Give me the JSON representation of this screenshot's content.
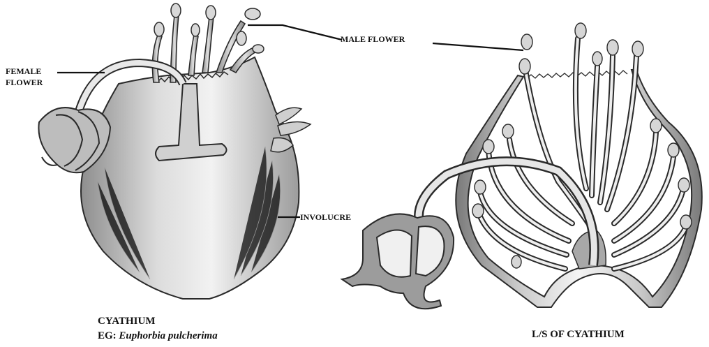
{
  "labels": {
    "female_flower_line1": "FEMALE",
    "female_flower_line2": "FLOWER",
    "male_flower_left": "MALE FLOWER",
    "involucre": "INVOLUCRE"
  },
  "captions": {
    "left_title": "CYATHIUM",
    "left_example_prefix": "EG: ",
    "left_example_species": "Euphorbia pulcherima",
    "right_title": "L/S OF CYATHIUM"
  },
  "colors": {
    "ink": "#2a2a2a",
    "shade": "#bdbdbd",
    "light": "#e4e4e4",
    "mid": "#9a9a9a"
  }
}
